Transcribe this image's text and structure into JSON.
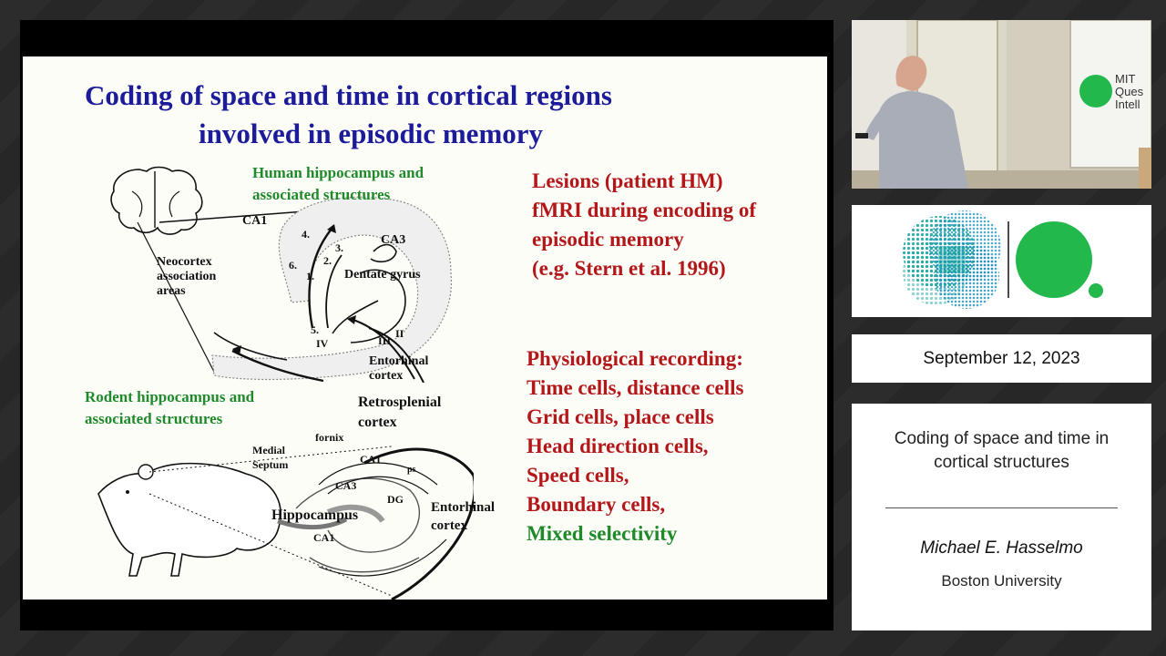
{
  "slide": {
    "title_line1": "Coding of space and time in cortical regions",
    "title_line2": "involved in episodic memory",
    "human_label_line1": "Human hippocampus and",
    "human_label_line2": "associated structures",
    "rodent_label_line1": "Rodent hippocampus and",
    "rodent_label_line2": "associated structures",
    "lesions_lines": [
      "Lesions (patient HM)",
      "fMRI during encoding of",
      "episodic memory",
      "(e.g. Stern et al. 1996)"
    ],
    "recording_lines": [
      "Physiological recording:",
      "Time cells, distance cells",
      "Grid cells, place cells",
      "Head direction cells,",
      "Speed cells,",
      "Boundary cells,"
    ],
    "recording_last": "Mixed selectivity",
    "human_diagram": {
      "ca1": "CA1",
      "ca3": "CA3",
      "neocortex": [
        "Neocortex",
        "association",
        "areas"
      ],
      "dentate": "Dentate gyrus",
      "entorhinal": [
        "Entorhinal",
        "cortex"
      ],
      "n1": "1.",
      "n2": "2.",
      "n3": "3.",
      "n4": "4.",
      "n5": "5.",
      "n6": "6.",
      "iv": "IV",
      "iii": "III",
      "ii": "II"
    },
    "rodent_diagram": {
      "retrosplenial": [
        "Retrosplenial",
        "cortex"
      ],
      "fornix": "fornix",
      "medial_septum": [
        "Medial",
        "Septum"
      ],
      "ca1_top": "CA1",
      "ca3": "CA3",
      "ps": "ps",
      "dg": "DG",
      "hippocampus": "Hippocampus",
      "ca1_bottom": "CA1",
      "entorhinal": [
        "Entorhinal",
        "cortex"
      ]
    }
  },
  "video": {
    "sign_line1": "MIT",
    "sign_line2": "Ques",
    "sign_line3": "Intell"
  },
  "sidebar": {
    "date": "September 12, 2023",
    "talk_title": "Coding of space and time in cortical structures",
    "speaker": "Michael E. Hasselmo",
    "affiliation": "Boston University"
  },
  "colors": {
    "title_blue": "#1c1c9a",
    "slide_red": "#b3171a",
    "slide_green": "#1f8a2a",
    "mit_green": "#22b84c",
    "mit_teal": "#1aa6a0"
  }
}
